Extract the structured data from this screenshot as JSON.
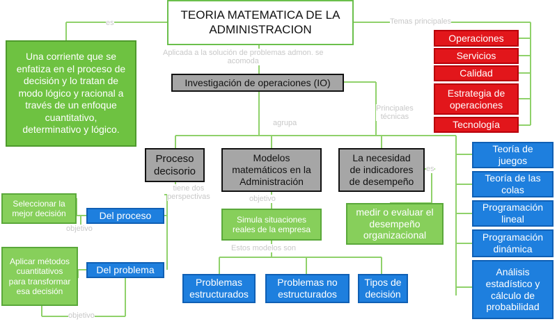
{
  "title": {
    "line1": "TEORIA MATEMATICA DE LA",
    "line2": "ADMINISTRACION"
  },
  "edge_labels": {
    "es": "es",
    "temas_principales": "Temas principales",
    "aplicada_line1": "Aplicada a la solución de problemas admon. se",
    "aplicada_line2": "acomoda",
    "principales_line1": "Principales",
    "principales_line2": "técnicas",
    "agrupa": "agrupa",
    "tiene_line1": "tiene dos",
    "tiene_line2": "perspectivas",
    "objetivo_1": "objetivo",
    "objetivo_2": "objetivo",
    "objetivo_3": "objetivo",
    "estos_modelos": "Estos modelos son",
    "es_2": "es"
  },
  "definition": {
    "line1": "Una corriente que se",
    "line2": "enfatiza en el proceso de",
    "line3": "decisión y lo tratan de",
    "line4": "modo lógico y racional a",
    "line5": "través de un enfoque",
    "line6": "cuantitativo,",
    "line7": "determinativo y lógico."
  },
  "io_box": "Investigación de operaciones (IO)",
  "temas": [
    "Operaciones",
    "Servicios",
    "Calidad",
    "Estrategia de operaciones",
    "Tecnología"
  ],
  "tecnicas": [
    "Teoría de juegos",
    "Teoría de las colas",
    "Programación lineal",
    "Programación dinámica",
    "Análisis estadístico y cálculo de probabilidad"
  ],
  "proceso": {
    "line1": "Proceso",
    "line2": "decisorio"
  },
  "modelos": {
    "line1": "Modelos",
    "line2": "matemáticos en la",
    "line3": "Administración"
  },
  "necesidad": {
    "line1": "La necesidad",
    "line2": "de indicadores",
    "line3": "de desempeño"
  },
  "medir": {
    "line1": "medir o evaluar el",
    "line2": "desempeño",
    "line3": "organizacional"
  },
  "simula": {
    "line1": "Simula situaciones",
    "line2": "reales de la empresa"
  },
  "del_proceso": "Del proceso",
  "del_problema": "Del problema",
  "seleccionar": {
    "line1": "Seleccionar la",
    "line2": "mejor  decisión"
  },
  "aplicar": {
    "line1": "Aplicar métodos",
    "line2": "cuantitativos",
    "line3": "para transformar",
    "line4": "esa decisión"
  },
  "problemas_estructurados": {
    "line1": "Problemas",
    "line2": "estructurados"
  },
  "problemas_no": {
    "line1": "Problemas  no",
    "line2": "estructurados"
  },
  "tipos_decision": {
    "line1": "Tipos de",
    "line2": "decisión"
  },
  "colors": {
    "green": "#6ec241",
    "red": "#e2161b",
    "blue": "#1e7fde",
    "gray": "#a6a6a6",
    "line": "#8fd16a"
  }
}
